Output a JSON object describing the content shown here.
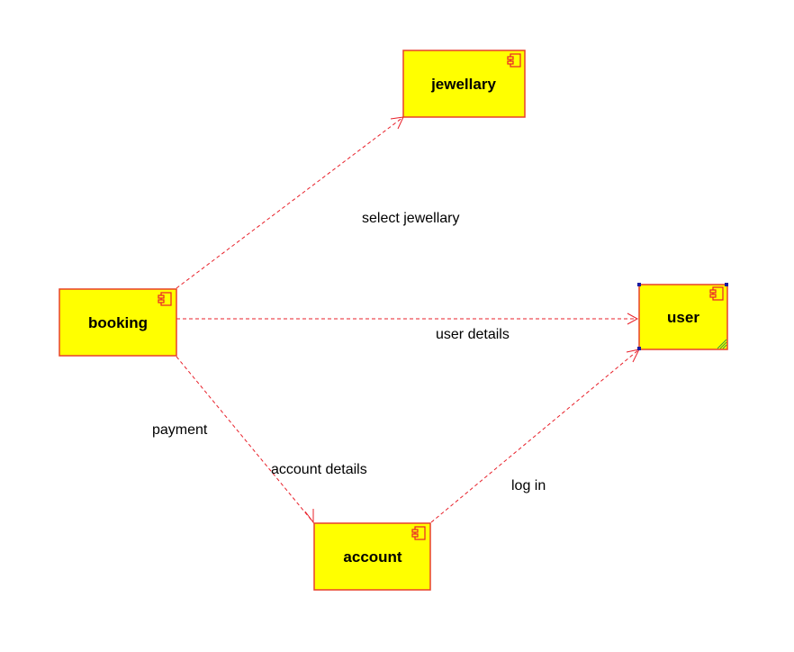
{
  "diagram": {
    "components": {
      "jewellary": {
        "name": "jewellary"
      },
      "booking": {
        "name": "booking"
      },
      "user": {
        "name": "user"
      },
      "account": {
        "name": "account"
      }
    },
    "connections": {
      "select_jewellary": {
        "label": "select jewellary",
        "from": "booking",
        "to": "jewellary"
      },
      "user_details": {
        "label": "user details",
        "from": "booking",
        "to": "user"
      },
      "payment": {
        "label": "payment",
        "from": "booking",
        "to": "account"
      },
      "account_details": {
        "label": "account details",
        "from": "booking",
        "to": "account"
      },
      "log_in": {
        "label": "log in",
        "from": "account",
        "to": "user"
      }
    }
  }
}
